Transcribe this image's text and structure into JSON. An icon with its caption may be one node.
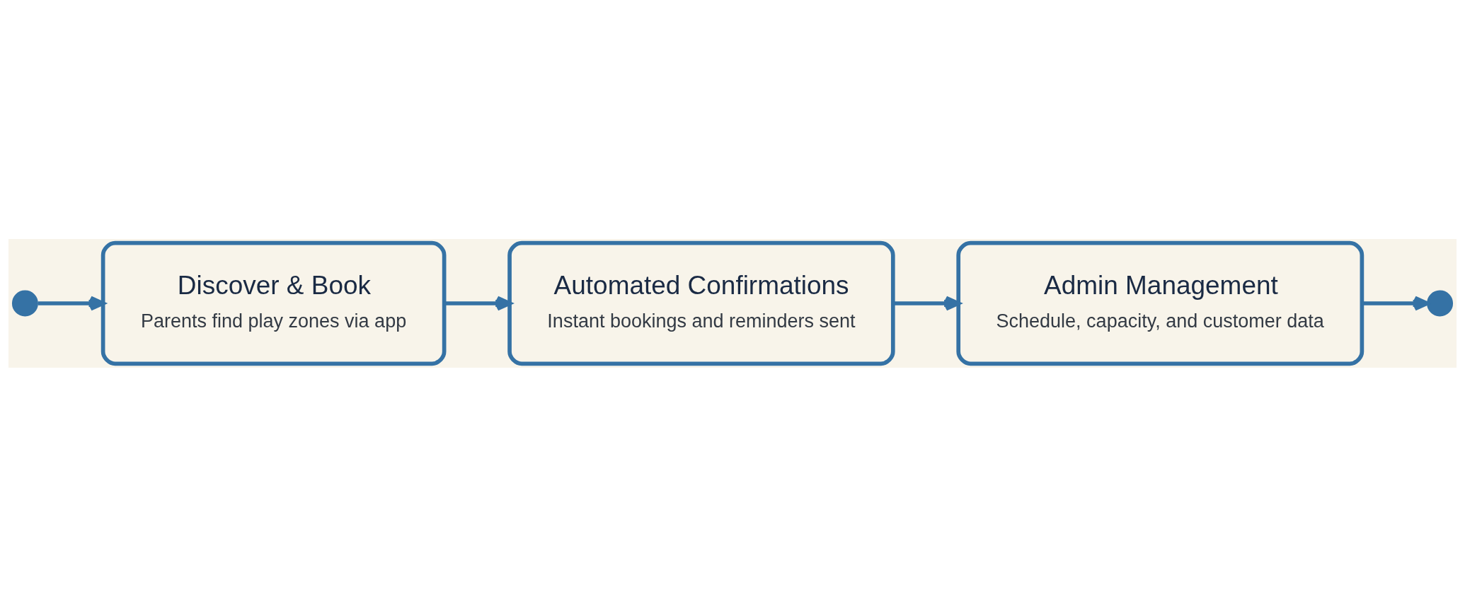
{
  "diagram": {
    "nodes": [
      {
        "text": [],
        "shape": "circle"
      },
      {
        "text": [
          "Discover & Book",
          "Parents find play zones via app"
        ]
      },
      {
        "text": [
          "Automated Confirmations",
          "Instant bookings and reminders sent"
        ]
      },
      {
        "text": [
          "Admin Management",
          "Schedule, capacity, and customer data"
        ]
      },
      {
        "text": [],
        "shape": "circle"
      }
    ],
    "edges": [
      {
        "from": 0,
        "to": 1,
        "arrow": "to"
      },
      {
        "from": 1,
        "to": 2,
        "arrow": "to"
      },
      {
        "from": 2,
        "to": 3,
        "arrow": "to"
      },
      {
        "from": 3,
        "to": 4,
        "arrow": "to"
      }
    ]
  }
}
